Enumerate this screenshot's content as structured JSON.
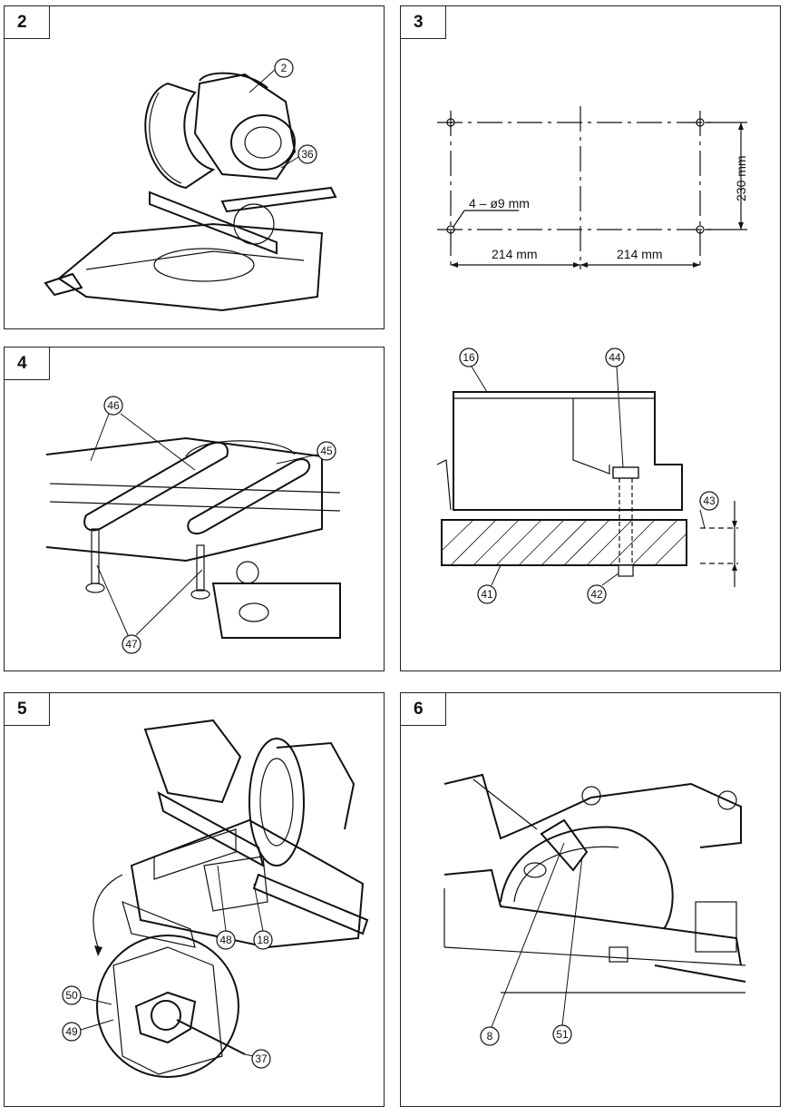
{
  "panels": {
    "p2": {
      "number": "2",
      "callouts": {
        "a": "2",
        "b": "36"
      }
    },
    "p3": {
      "number": "3",
      "dims": {
        "hole": "4 – ø9 mm",
        "w1": "214 mm",
        "w2": "214 mm",
        "h": "230 mm"
      },
      "callouts": {
        "a": "16",
        "b": "44",
        "c": "43",
        "d": "41",
        "e": "42"
      }
    },
    "p4": {
      "number": "4",
      "callouts": {
        "a": "46",
        "b": "45",
        "c": "47"
      }
    },
    "p5": {
      "number": "5",
      "callouts": {
        "a": "48",
        "b": "18",
        "c": "50",
        "d": "49",
        "e": "37"
      }
    },
    "p6": {
      "number": "6",
      "callouts": {
        "a": "8",
        "b": "51"
      }
    }
  }
}
